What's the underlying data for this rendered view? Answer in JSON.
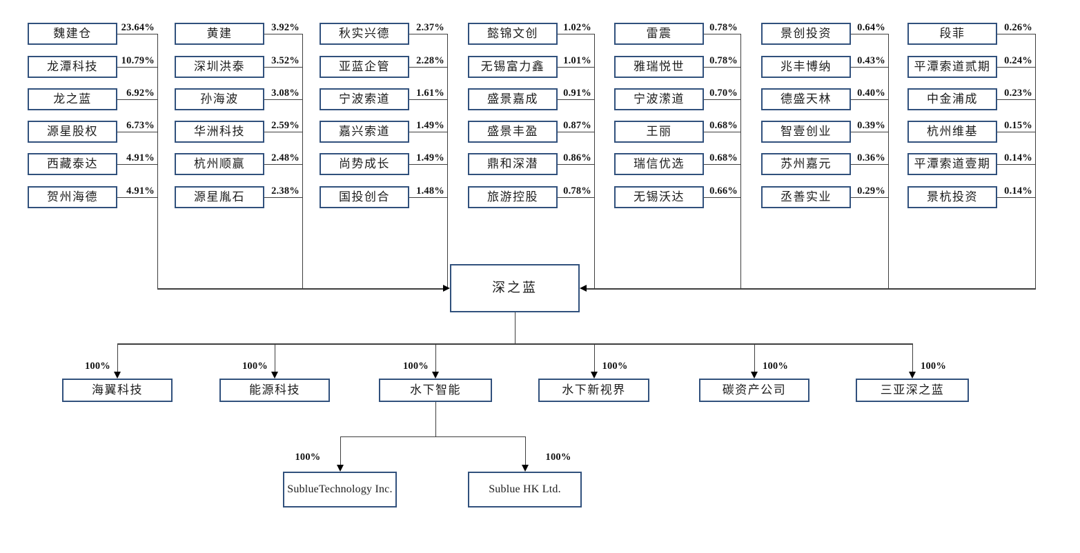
{
  "diagram": {
    "company": {
      "name": "深之蓝"
    },
    "shareholder_columns": [
      {
        "items": [
          {
            "name": "魏建仓",
            "pct": "23.64%"
          },
          {
            "name": "龙潭科技",
            "pct": "10.79%"
          },
          {
            "name": "龙之蓝",
            "pct": "6.92%"
          },
          {
            "name": "源星股权",
            "pct": "6.73%"
          },
          {
            "name": "西藏泰达",
            "pct": "4.91%"
          },
          {
            "name": "贺州海德",
            "pct": "4.91%"
          }
        ]
      },
      {
        "items": [
          {
            "name": "黄建",
            "pct": "3.92%"
          },
          {
            "name": "深圳洪泰",
            "pct": "3.52%"
          },
          {
            "name": "孙海波",
            "pct": "3.08%"
          },
          {
            "name": "华洲科技",
            "pct": "2.59%"
          },
          {
            "name": "杭州顺赢",
            "pct": "2.48%"
          },
          {
            "name": "源星胤石",
            "pct": "2.38%"
          }
        ]
      },
      {
        "items": [
          {
            "name": "秋实兴德",
            "pct": "2.37%"
          },
          {
            "name": "亚蓝企管",
            "pct": "2.28%"
          },
          {
            "name": "宁波索道",
            "pct": "1.61%"
          },
          {
            "name": "嘉兴索道",
            "pct": "1.49%"
          },
          {
            "name": "尚势成长",
            "pct": "1.49%"
          },
          {
            "name": "国投创合",
            "pct": "1.48%"
          }
        ]
      },
      {
        "items": [
          {
            "name": "懿锦文创",
            "pct": "1.02%"
          },
          {
            "name": "无锡富力鑫",
            "pct": "1.01%"
          },
          {
            "name": "盛景嘉成",
            "pct": "0.91%"
          },
          {
            "name": "盛景丰盈",
            "pct": "0.87%"
          },
          {
            "name": "鼎和深潜",
            "pct": "0.86%"
          },
          {
            "name": "旅游控股",
            "pct": "0.78%"
          }
        ]
      },
      {
        "items": [
          {
            "name": "雷震",
            "pct": "0.78%"
          },
          {
            "name": "雅瑞悦世",
            "pct": "0.78%"
          },
          {
            "name": "宁波潆道",
            "pct": "0.70%"
          },
          {
            "name": "王丽",
            "pct": "0.68%"
          },
          {
            "name": "瑞信优选",
            "pct": "0.68%"
          },
          {
            "name": "无锡沃达",
            "pct": "0.66%"
          }
        ]
      },
      {
        "items": [
          {
            "name": "景创投资",
            "pct": "0.64%"
          },
          {
            "name": "兆丰博纳",
            "pct": "0.43%"
          },
          {
            "name": "德盛天林",
            "pct": "0.40%"
          },
          {
            "name": "智壹创业",
            "pct": "0.39%"
          },
          {
            "name": "苏州嘉元",
            "pct": "0.36%"
          },
          {
            "name": "丞善实业",
            "pct": "0.29%"
          }
        ]
      },
      {
        "items": [
          {
            "name": "段菲",
            "pct": "0.26%"
          },
          {
            "name": "平潭索道贰期",
            "pct": "0.24%"
          },
          {
            "name": "中金浦成",
            "pct": "0.23%"
          },
          {
            "name": "杭州维基",
            "pct": "0.15%"
          },
          {
            "name": "平潭索道壹期",
            "pct": "0.14%"
          },
          {
            "name": "景杭投资",
            "pct": "0.14%"
          }
        ]
      }
    ],
    "subsidiaries": [
      {
        "name": "海翼科技",
        "pct": "100%",
        "label_side": "left"
      },
      {
        "name": "能源科技",
        "pct": "100%",
        "label_side": "left"
      },
      {
        "name": "水下智能",
        "pct": "100%",
        "label_side": "left"
      },
      {
        "name": "水下新视界",
        "pct": "100%",
        "label_side": "right"
      },
      {
        "name": "碳资产公司",
        "pct": "100%",
        "label_side": "right"
      },
      {
        "name": "三亚深之蓝",
        "pct": "100%",
        "label_side": "right"
      }
    ],
    "sub_subsidiaries": [
      {
        "name": "Sublue Technology Inc.",
        "lines": [
          "Sublue",
          "Technology Inc."
        ],
        "pct": "100%",
        "label_side": "left",
        "parent": "水下智能"
      },
      {
        "name": "Sublue HK Ltd.",
        "lines": [
          "Sublue HK Ltd."
        ],
        "pct": "100%",
        "label_side": "right",
        "parent": "水下智能"
      }
    ],
    "colors": {
      "box_border": "#30507c",
      "line": "#3d3d3d",
      "arrow": "#000000",
      "text": "#1c1c1c",
      "background": "#ffffff"
    }
  }
}
